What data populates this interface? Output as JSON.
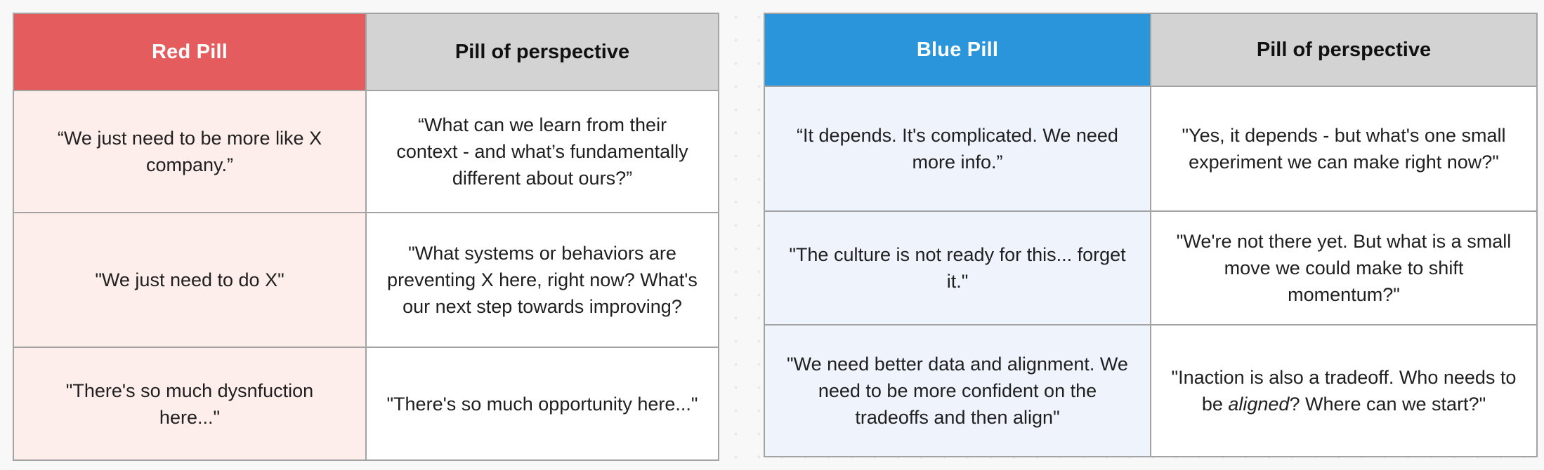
{
  "canvas": {
    "background": "#f8f8f9",
    "dot_grid_color": "#e8e8ea",
    "border_color": "#a3a3a3",
    "text_color": "#1f1f1f"
  },
  "tables": [
    {
      "id": "red-pill",
      "accent": "#e45c5e",
      "tint": "#fdeeec",
      "header": {
        "pill": "Red Pill",
        "perspective": "Pill of perspective"
      },
      "rows": [
        {
          "pill": "“We just need to be more like X company.”",
          "perspective": "“What can we learn from their context - and what’s fundamentally different about ours?”"
        },
        {
          "pill": "\"We just need to do X\"",
          "perspective": "\"What systems or behaviors are preventing X here, right now? What's our next step towards improving?"
        },
        {
          "pill": "\"There's so much dysnfuction here...\"",
          "perspective": "\"There's so much opportunity here...\""
        }
      ]
    },
    {
      "id": "blue-pill",
      "accent": "#2a95da",
      "tint": "#eef3fc",
      "header": {
        "pill": "Blue Pill",
        "perspective": "Pill of perspective"
      },
      "rows": [
        {
          "pill": "“It depends. It's complicated. We need more info.”",
          "perspective": "\"Yes, it depends - but what's one small experiment we can make right now?\""
        },
        {
          "pill": "\"The culture is not ready for this... forget it.\"",
          "perspective": "\"We're not there yet. But what is a small move we could make to shift momentum?\""
        },
        {
          "pill": "\"We need better data and alignment. We need to be more confident on the tradeoffs and then align\"",
          "perspective": "\"Inaction is also a tradeoff. Who needs to be <i>aligned</i>? Where can we start?\""
        }
      ]
    }
  ]
}
